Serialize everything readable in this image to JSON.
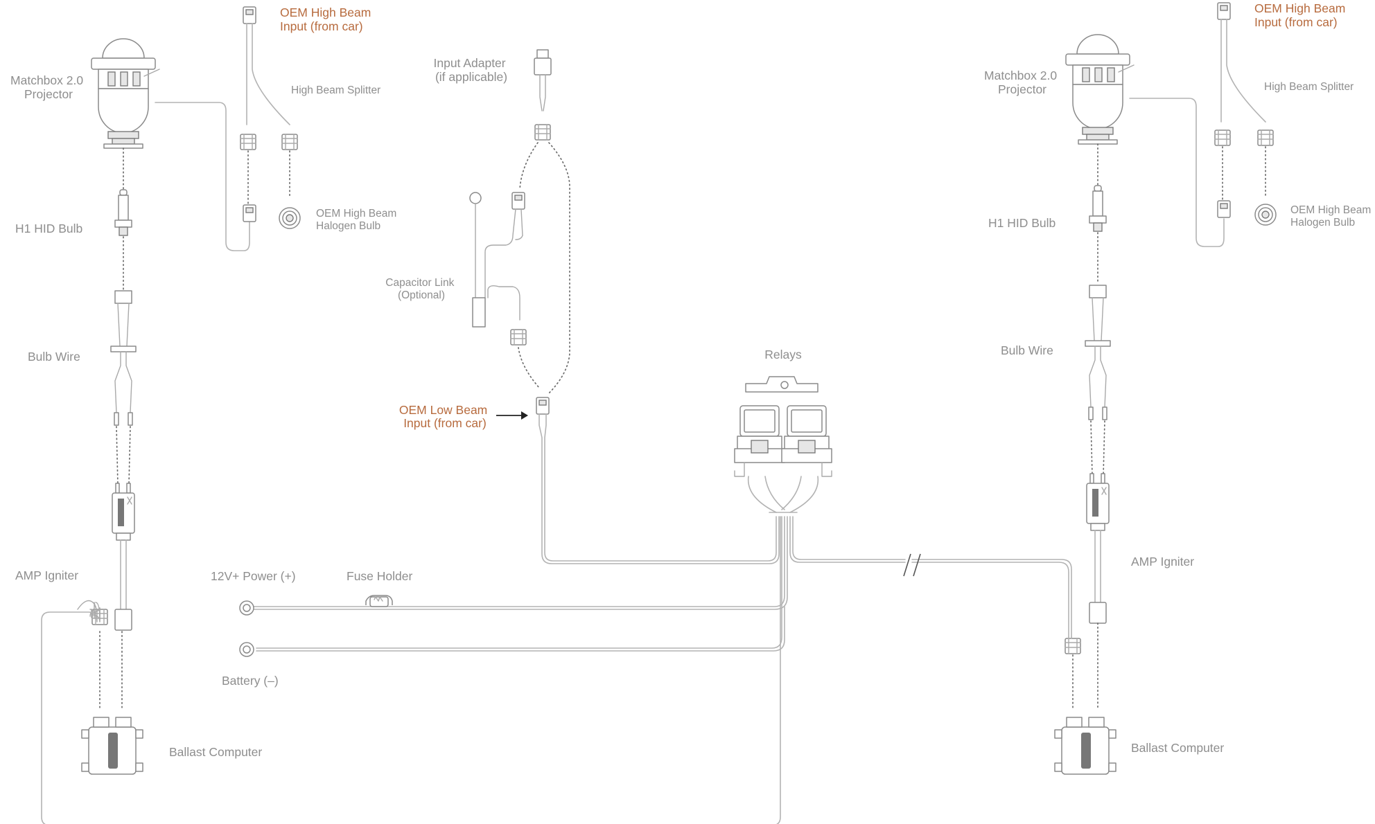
{
  "colors": {
    "label": "#8e8e8e",
    "accent": "#b76b3e",
    "wire": "#b3b3b3",
    "dotted_connection": "#6d6d6d"
  },
  "labels": {
    "left": {
      "oem_high_beam_input": [
        "OEM High Beam",
        "Input (from car)"
      ],
      "projector": [
        "Matchbox 2.0",
        "Projector"
      ],
      "high_beam_splitter": "High Beam Splitter",
      "halogen_bulb": [
        "OEM High Beam",
        "Halogen Bulb"
      ],
      "hid_bulb": "H1 HID Bulb",
      "bulb_wire": "Bulb Wire",
      "amp_igniter": "AMP Igniter",
      "ballast_computer": "Ballast Computer"
    },
    "center": {
      "input_adapter": [
        "Input Adapter",
        "(if applicable)"
      ],
      "capacitor_link": [
        "Capacitor Link",
        "(Optional)"
      ],
      "oem_low_beam_input": [
        "OEM Low Beam",
        "Input (from car)"
      ],
      "relays": "Relays",
      "power": "12V+ Power (+)",
      "fuse_holder": "Fuse Holder",
      "battery": "Battery (–)"
    },
    "right": {
      "oem_high_beam_input": [
        "OEM High Beam",
        "Input (from car)"
      ],
      "projector": [
        "Matchbox 2.0",
        "Projector"
      ],
      "high_beam_splitter": "High Beam Splitter",
      "halogen_bulb": [
        "OEM High Beam",
        "Halogen Bulb"
      ],
      "hid_bulb": "H1 HID Bulb",
      "bulb_wire": "Bulb Wire",
      "amp_igniter": "AMP Igniter",
      "ballast_computer": "Ballast Computer"
    }
  },
  "icons": [
    "projector-icon",
    "connector-icon",
    "halogen-bulb-icon",
    "hid-bulb-icon",
    "igniter-icon",
    "ballast-icon",
    "relay-icon",
    "fuse-icon",
    "ring-terminal-icon",
    "capacitor-icon",
    "arrow-icon"
  ]
}
